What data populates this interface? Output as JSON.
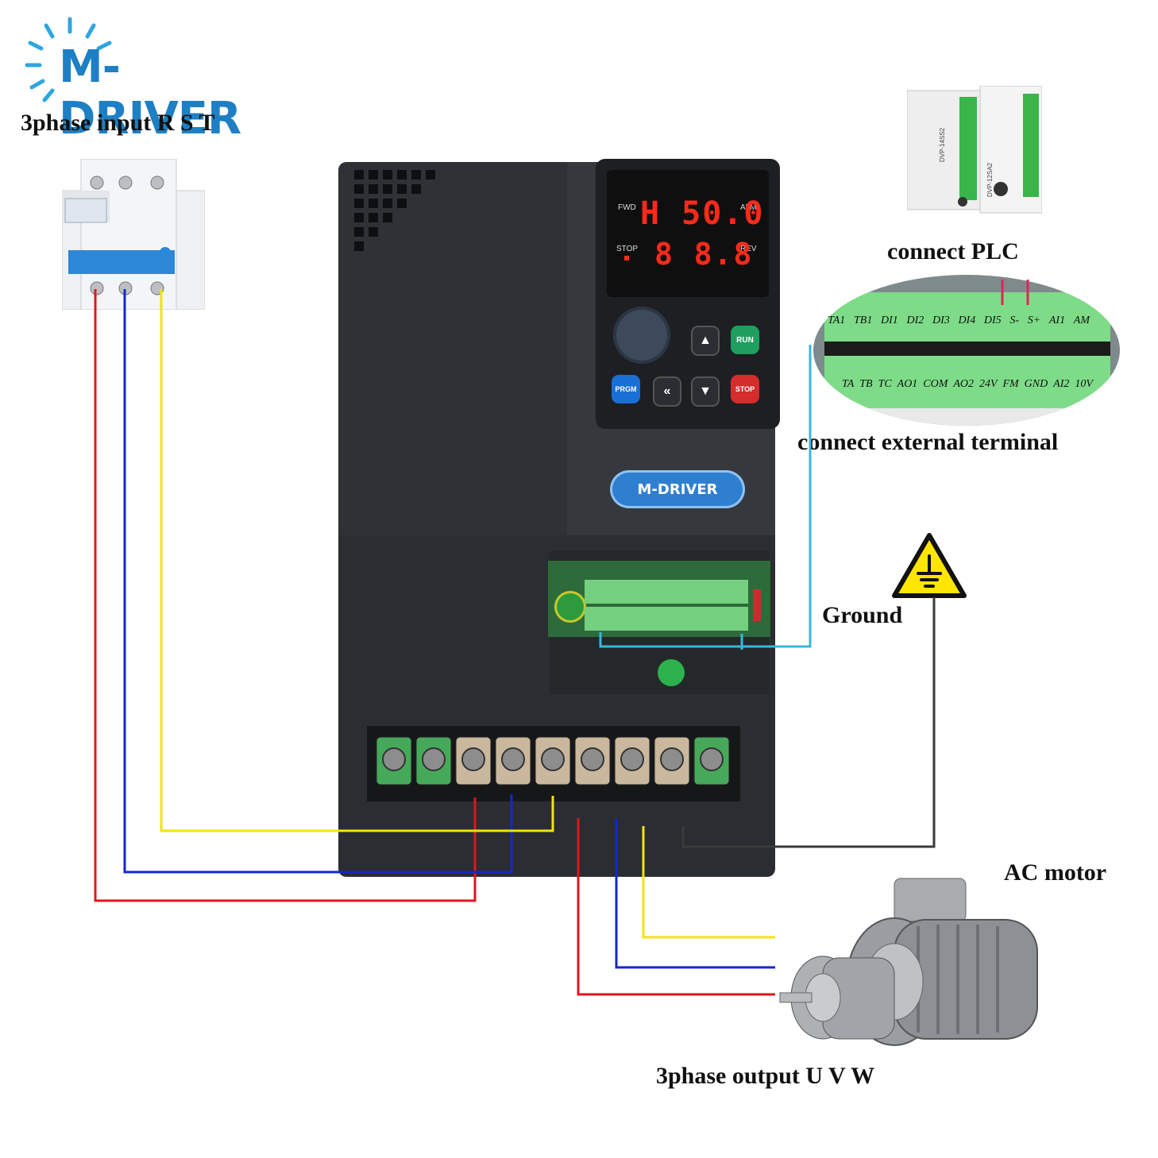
{
  "brand": {
    "logo_text": "M-DRIVER",
    "plate_text": "M-DRIVER"
  },
  "labels": {
    "input": "3phase input R S T",
    "plc": "connect PLC",
    "external": "connect external terminal",
    "ground": "Ground",
    "motor": "AC motor",
    "output": "3phase output U V W"
  },
  "keypad": {
    "display_top": "H 50.0",
    "display_bottom": "8 8.8",
    "fwd": "FWD",
    "alm": "ALM",
    "stop_led": "STOP",
    "rev": "REV",
    "run": "RUN",
    "stop": "STOP",
    "prgm": "PRGM"
  },
  "plc_units": [
    "DVP-14SS2",
    "DVP-12SA2"
  ],
  "terminal_top": [
    "TA1",
    "TB1",
    "DI1",
    "DI2",
    "DI3",
    "DI4",
    "DI5",
    "S-",
    "S+",
    "AI1",
    "AM"
  ],
  "terminal_bottom": [
    "TA",
    "TB",
    "TC",
    "AO1",
    "COM",
    "AO2",
    "24V",
    "FM",
    "GND",
    "AI2",
    "10V"
  ],
  "wire_colors": {
    "phase_1": "#e0161b",
    "phase_2": "#1428c8",
    "phase_3": "#f2e313",
    "signal": "#38b7dd",
    "ground": "#3a3a3a"
  },
  "icons": [
    "sun-logo-icon",
    "ground-warning-icon",
    "breaker-icon",
    "motor-icon",
    "plc-icon"
  ]
}
